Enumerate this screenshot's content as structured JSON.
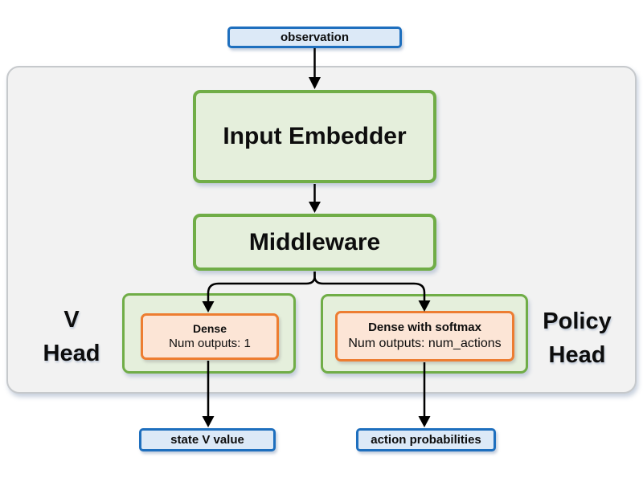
{
  "diagram": {
    "nodes": {
      "observation": {
        "label": "observation"
      },
      "input_embedder": {
        "label": "Input Embedder"
      },
      "middleware": {
        "label": "Middleware"
      },
      "v_head_label": {
        "line1": "V",
        "line2": "Head"
      },
      "policy_head_label": {
        "line1": "Policy",
        "line2": "Head"
      },
      "v_dense": {
        "title": "Dense",
        "subtitle": "Num outputs: 1"
      },
      "policy_dense": {
        "title": "Dense with softmax",
        "subtitle": "Num outputs: num_actions"
      },
      "state_v_value": {
        "label": "state V value"
      },
      "action_probabilities": {
        "label": "action probabilities"
      }
    },
    "colors": {
      "canvas_bg": "#ffffff",
      "container_fill": "#f2f2f2",
      "container_border": "#c6c9cc",
      "terminal_fill": "#dce9f7",
      "terminal_border": "#1e6fbe",
      "process_fill": "#e5efdc",
      "process_border": "#70ad47",
      "dense_fill": "#fce5d6",
      "dense_border": "#ed7d31",
      "arrow": "#000000"
    }
  }
}
